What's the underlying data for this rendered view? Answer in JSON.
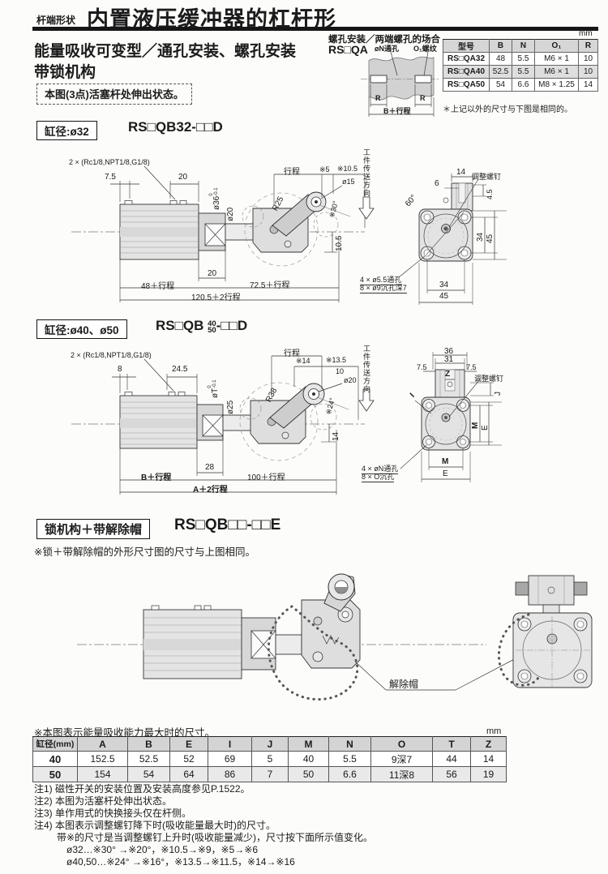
{
  "header": {
    "corner_label": "杆端形状",
    "title": "内置液压缓冲器的杠杆形",
    "subtitle1": "能量吸收可变型／通孔安装、螺孔安装",
    "subtitle2": "带锁机构",
    "note_box": "本图(3点)活塞杆处伸出状态。"
  },
  "qa": {
    "heading": "螺孔安装／两端螺孔的场合",
    "model": "RS□QA",
    "unit": "mm",
    "labels": {
      "n_hole": "øN通孔",
      "o1_thread": "O₁螺纹",
      "r_left": "R",
      "r_right": "R",
      "b_stroke": "B＋行程"
    },
    "note": "＊上记以外的尺寸与下图是相同的。",
    "table": {
      "headers": [
        "型号",
        "B",
        "N",
        "O₁",
        "R"
      ],
      "rows": [
        [
          "RS□QA32",
          "48",
          "5.5",
          "M6 × 1",
          "10"
        ],
        [
          "RS□QA40",
          "52.5",
          "5.5",
          "M6 × 1",
          "10"
        ],
        [
          "RS□QA50",
          "54",
          "6.6",
          "M8 × 1.25",
          "14"
        ]
      ]
    }
  },
  "s32": {
    "tag": "缸径:ø32",
    "model": "RS□QB32-□□D",
    "front": {
      "port": "2 × (Rc1/8,NPT1/8,G1/8)",
      "d7_5": "7.5",
      "d20_top": "20",
      "dia36": "ø36",
      "tol_hi": "0",
      "tol_lo": "-0.1",
      "dia20": "ø20",
      "stroke": "行程",
      "s5": "※5",
      "s10_5": "※10.5",
      "dia15": "ø15",
      "r25": "R25",
      "s30": "※30°",
      "d10_5": "10.5",
      "d20_bottom": "20",
      "d48": "48＋行程",
      "d72_5": "72.5＋行程",
      "d120_5": "120.5＋2行程",
      "direction": "工件传送方向"
    },
    "side": {
      "d14": "14",
      "d6": "6",
      "screw": "调整螺钉",
      "d4_5": "4.5",
      "d60": "60°",
      "v34": "34",
      "v45": "45",
      "b34": "34",
      "b45": "45",
      "holes1": "4 × ø5.5通孔",
      "holes2": "8 × ø9沉孔深7"
    }
  },
  "s4050": {
    "tag": "缸径:ø40、ø50",
    "model_prefix": "RS□QB",
    "model_top": "40",
    "model_bottom": "50",
    "model_suffix": "-□□D",
    "front": {
      "port": "2 × (Rc1/8,NPT1/8,G1/8)",
      "d8": "8",
      "d24_5": "24.5",
      "diaT": "øT",
      "tol_hi": "0",
      "tol_lo": "-0.1",
      "dia25": "ø25",
      "stroke": "行程",
      "s14": "※14",
      "s13_5": "※13.5",
      "d10": "10",
      "dia20": "ø20",
      "r38": "R38",
      "s24": "※24°",
      "d14": "14",
      "d28": "28",
      "dB": "B＋行程",
      "d100": "100＋行程",
      "dA": "A＋2行程",
      "direction": "工件传送方向"
    },
    "side": {
      "d36": "36",
      "d31": "31",
      "d7_5l": "7.5",
      "d7_5r": "7.5",
      "dZ": "Z",
      "screw": "调整螺钉",
      "dJ": "J",
      "dI": "I",
      "vM": "M",
      "vE": "E",
      "bM": "M",
      "bE": "E",
      "holes1": "4 × øN通孔",
      "holes2": "8 × O沉孔"
    }
  },
  "lock": {
    "tag": "锁机构＋带解除帽",
    "model": "RS□QB□□-□□E",
    "note": "※锁＋带解除帽的外形尺寸图的尺寸与上图相同。",
    "cap": "解除帽"
  },
  "dims_table": {
    "note": "※本图表示能量吸收能力最大时的尺寸。",
    "unit": "mm",
    "headers": [
      "缸径(mm)",
      "A",
      "B",
      "E",
      "I",
      "J",
      "M",
      "N",
      "O",
      "T",
      "Z"
    ],
    "rows": [
      [
        "40",
        "152.5",
        "52.5",
        "52",
        "69",
        "5",
        "40",
        "5.5",
        "9深7",
        "44",
        "14"
      ],
      [
        "50",
        "154",
        "54",
        "64",
        "86",
        "7",
        "50",
        "6.6",
        "11深8",
        "56",
        "19"
      ]
    ]
  },
  "footnotes": {
    "n1": "注1) 磁性开关的安装位置及安装高度参见P.1522。",
    "n2": "注2) 本图为活塞杆处伸出状态。",
    "n3": "注3) 单作用式的快换接头仅在杆侧。",
    "n4": "注4) 本图表示调整螺钉降下时(吸收能量最大时)的尺寸。",
    "n4b": "带※的尺寸是当调整螺钉上升时(吸收能量减少)，尺寸按下面所示值变化。",
    "n4c": "ø32…※30° →※20°，※10.5→※9，※5→※6",
    "n4d": "ø40,50…※24° →※16°，※13.5→※11.5，※14→※16"
  }
}
